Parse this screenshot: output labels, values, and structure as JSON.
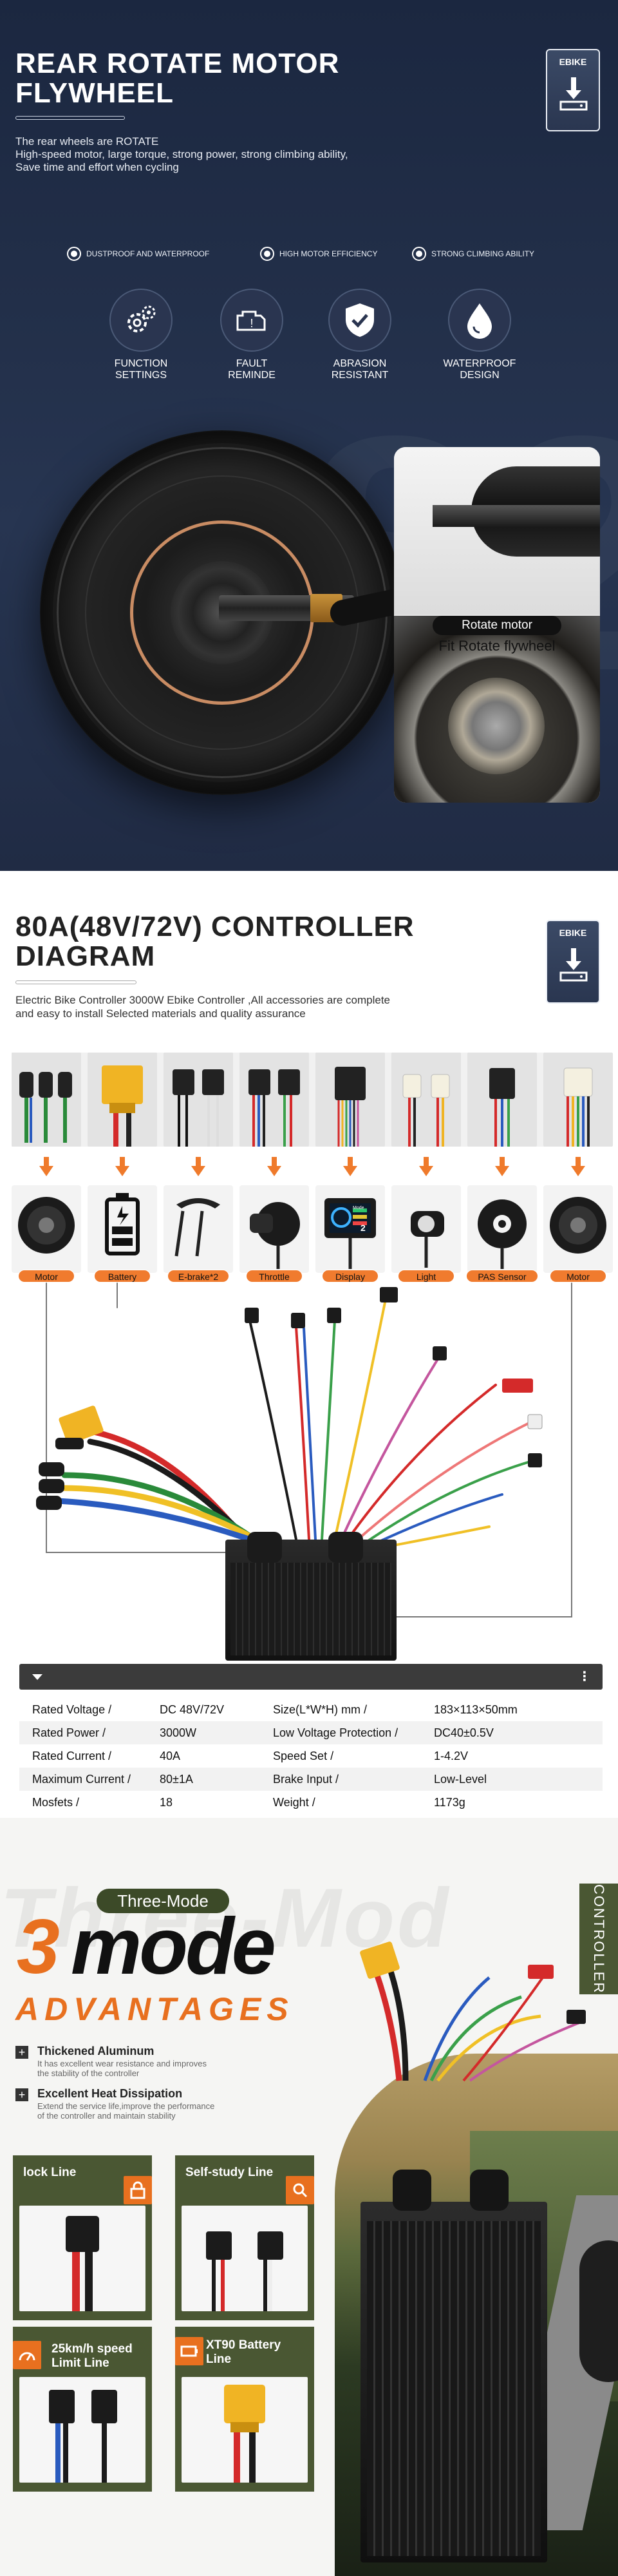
{
  "section1": {
    "title_line1": "REAR ROTATE MOTOR",
    "title_line2": "FLYWHEEL",
    "description": [
      "The rear wheels are ROTATE",
      "High-speed motor, large torque, strong power, strong climbing ability,",
      "Save time and effort when cycling"
    ],
    "logo_text": "EBIKE",
    "features": [
      "DUSTPROOF AND WATERPROOF",
      "HIGH MOTOR EFFICIENCY",
      "STRONG CLIMBING ABILITY"
    ],
    "icons": [
      {
        "icon": "gears-icon",
        "label": [
          "FUNCTION",
          "SETTINGS"
        ]
      },
      {
        "icon": "engine-warning-icon",
        "label": [
          "FAULT",
          "REMINDE"
        ]
      },
      {
        "icon": "shield-check-icon",
        "label": [
          "ABRASION",
          "RESISTANT"
        ]
      },
      {
        "icon": "water-drop-icon",
        "label": [
          "WATERPROOF",
          "DESIGN"
        ]
      }
    ],
    "callout_badge": "Rotate motor",
    "callout_caption": "Fit Rotate flywheel"
  },
  "section2": {
    "title_line1": "80A(48V/72V) CONTROLLER",
    "title_line2": "DIAGRAM",
    "logo_text": "EBIKE",
    "description": [
      "Electric Bike Controller 3000W Ebike Controller ,All accessories are complete",
      "and easy to install Selected materials and quality assurance"
    ],
    "components": [
      "Motor",
      "Battery",
      "E-brake*2",
      "Throttle",
      "Display",
      "Light",
      "PAS Sensor",
      "Motor"
    ],
    "display_mode_text": "Mode",
    "display_number": "2"
  },
  "spec_table": {
    "rows": [
      [
        "Rated Voltage /",
        "DC 48V/72V",
        "Size(L*W*H) mm /",
        "183×113×50mm"
      ],
      [
        "Rated Power /",
        "3000W",
        "Low Voltage Protection /",
        "DC40±0.5V"
      ],
      [
        "Rated Current /",
        "40A",
        "Speed Set /",
        "1-4.2V"
      ],
      [
        "Maximum Current /",
        "80±1A",
        "Brake Input /",
        "Low-Level"
      ],
      [
        "Mosfets /",
        "18",
        "Weight /",
        "1173g"
      ]
    ]
  },
  "section3": {
    "pill": "Three-Mode",
    "big_numeral": "3",
    "mode_word": "mode",
    "advantages": "ADVANTAGES",
    "watermark": "Three-Mod",
    "vertical_tag": "CONTROLLER",
    "bullets": [
      {
        "title": "Thickened Aluminum",
        "desc": [
          "It has excellent wear resistance and improves",
          "the stability of the controller"
        ]
      },
      {
        "title": "Excellent Heat Dissipation",
        "desc": [
          "Extend the service life,improve the performance",
          "of the controller and maintain stability"
        ]
      }
    ],
    "cards": [
      {
        "title": "lock Line",
        "icon": "lock-icon"
      },
      {
        "title": "Self-study Line",
        "icon": "search-icon"
      },
      {
        "title": "25km/h speed Limit Line",
        "icon": "speed-icon"
      },
      {
        "title": "XT90 Battery Line",
        "icon": "battery-icon"
      }
    ]
  },
  "colors": {
    "navy": "#1f2b44",
    "orange": "#ef7a2b",
    "olive": "#4a5733",
    "dark_table": "#3b3b3b"
  }
}
